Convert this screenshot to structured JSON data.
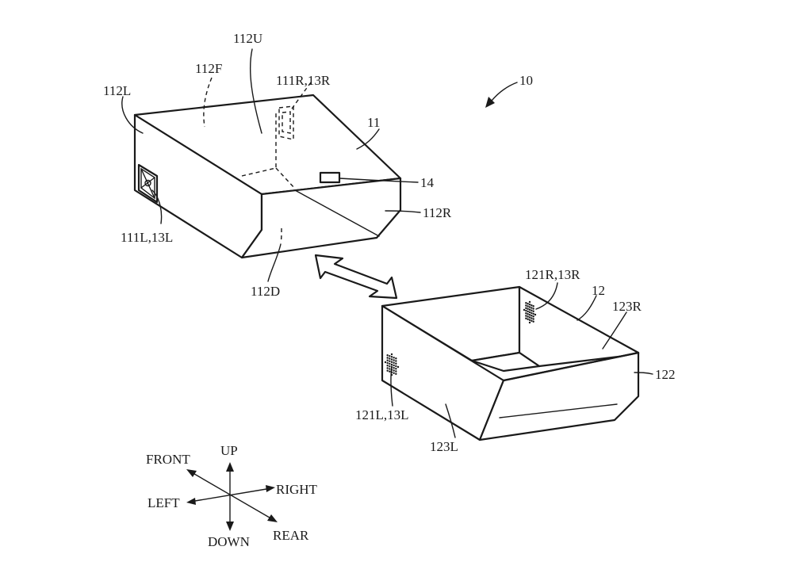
{
  "figure_number": "10",
  "upper_unit": {
    "ref": "11",
    "top_label": "112U",
    "front_label": "112F",
    "left_label": "112L",
    "right_label": "112R",
    "down_label": "112D",
    "right_port_label": "111R,13R",
    "left_port_label": "111L,13L",
    "latch_label": "14"
  },
  "lower_unit": {
    "ref": "12",
    "right_port_label": "121R,13R",
    "right_wall_label": "123R",
    "rear_panel_label": "122",
    "left_port_label": "121L,13L",
    "left_wall_label": "123L"
  },
  "compass": {
    "up": "UP",
    "down": "DOWN",
    "front": "FRONT",
    "rear": "REAR",
    "left": "LEFT",
    "right": "RIGHT"
  }
}
